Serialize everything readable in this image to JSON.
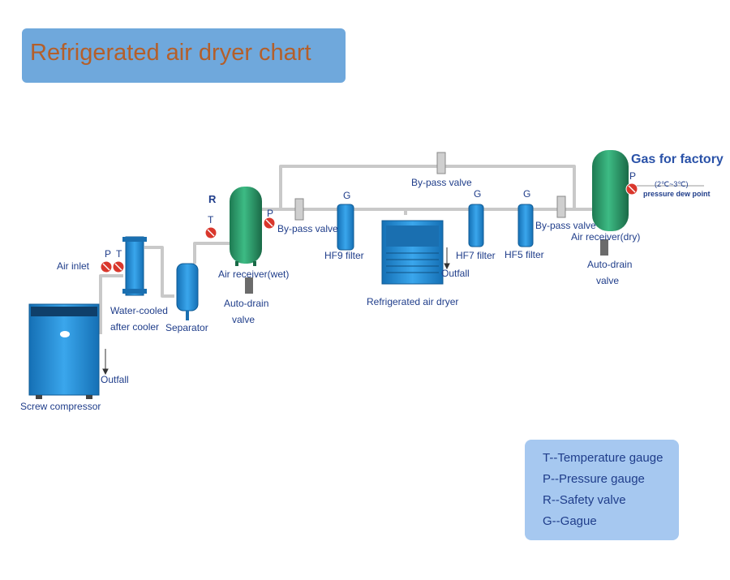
{
  "title": "Refrigerated air dryer chart",
  "labels": {
    "air_inlet": "Air inlet",
    "screw_compressor": "Screw compressor",
    "outfall_1": "Outfall",
    "water_cooled": "Water-cooled",
    "after_cooler": "after cooler",
    "separator": "Separator",
    "air_receiver_wet": "Air receiver(wet)",
    "auto_drain_1a": "Auto-drain",
    "auto_drain_1b": "valve",
    "bypass_1": "By-pass valve",
    "bypass_top": "By-pass valve",
    "bypass_2": "By-pass valve",
    "hf9": "HF9 filter",
    "dryer": "Refrigerated air dryer",
    "outfall_2": "Outfall",
    "hf7": "HF7 filter",
    "hf5": "HF5 filter",
    "air_receiver_dry": "Air receiver(dry)",
    "auto_drain_2a": "Auto-drain",
    "auto_drain_2b": "valve",
    "gas_for_factory": "Gas for factory",
    "dew_range": "(2℃~3℃)",
    "dew_point": "pressure dew point"
  },
  "gauge_letters": {
    "p_cooler": "P",
    "t_cooler": "T",
    "t_sep": "T",
    "r_wet": "R",
    "p_wet": "P",
    "g_hf9": "G",
    "g_hf7": "G",
    "g_hf5": "G",
    "p_dry": "P"
  },
  "legend": {
    "t": "T--Temperature gauge",
    "p": "P--Pressure gauge",
    "r": "R--Safety valve",
    "g": "G--Gague"
  },
  "colors": {
    "title_bg": "#6fa8dc",
    "title_text": "#b45f2a",
    "tank_green": "#2e9e6c",
    "equipment_blue": "#1f8fd6",
    "legend_bg": "#a6c8f0",
    "label_text": "#1f3d8a"
  }
}
